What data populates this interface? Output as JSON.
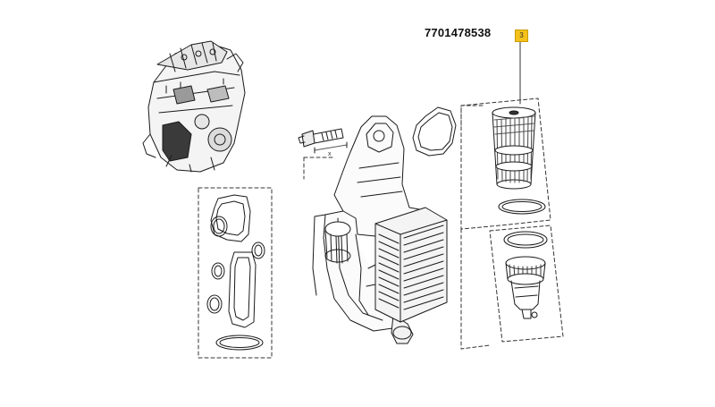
{
  "diagram": {
    "part_number": "7701478538",
    "callout_label": "3",
    "dimension_label": "x",
    "colors": {
      "ink": "#1a1a1a",
      "callout_fill": "#f4c21a",
      "callout_border": "#c89a00",
      "frame_dash": "#333333"
    },
    "parts": [
      "engine-assembly",
      "gasket-kit",
      "mounting-bolt",
      "oil-filter-housing",
      "oil-cooler",
      "housing-gasket",
      "oil-filter-cartridge",
      "filter-o-ring",
      "cap-o-ring",
      "filter-cap"
    ]
  }
}
